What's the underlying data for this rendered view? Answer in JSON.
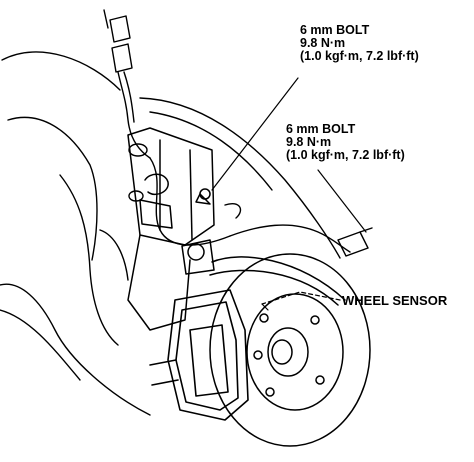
{
  "callouts": {
    "bolt_upper": {
      "title": "6 mm BOLT",
      "torque_nm": "9.8 N·m",
      "torque_alt": "(1.0 kgf·m, 7.2 lbf·ft)"
    },
    "bolt_lower": {
      "title": "6 mm BOLT",
      "torque_nm": "9.8 N·m",
      "torque_alt": "(1.0 kgf·m, 7.2 lbf·ft)"
    },
    "wheel_sensor": "WHEEL SENSOR"
  },
  "colors": {
    "line": "#000000",
    "background": "#ffffff"
  }
}
